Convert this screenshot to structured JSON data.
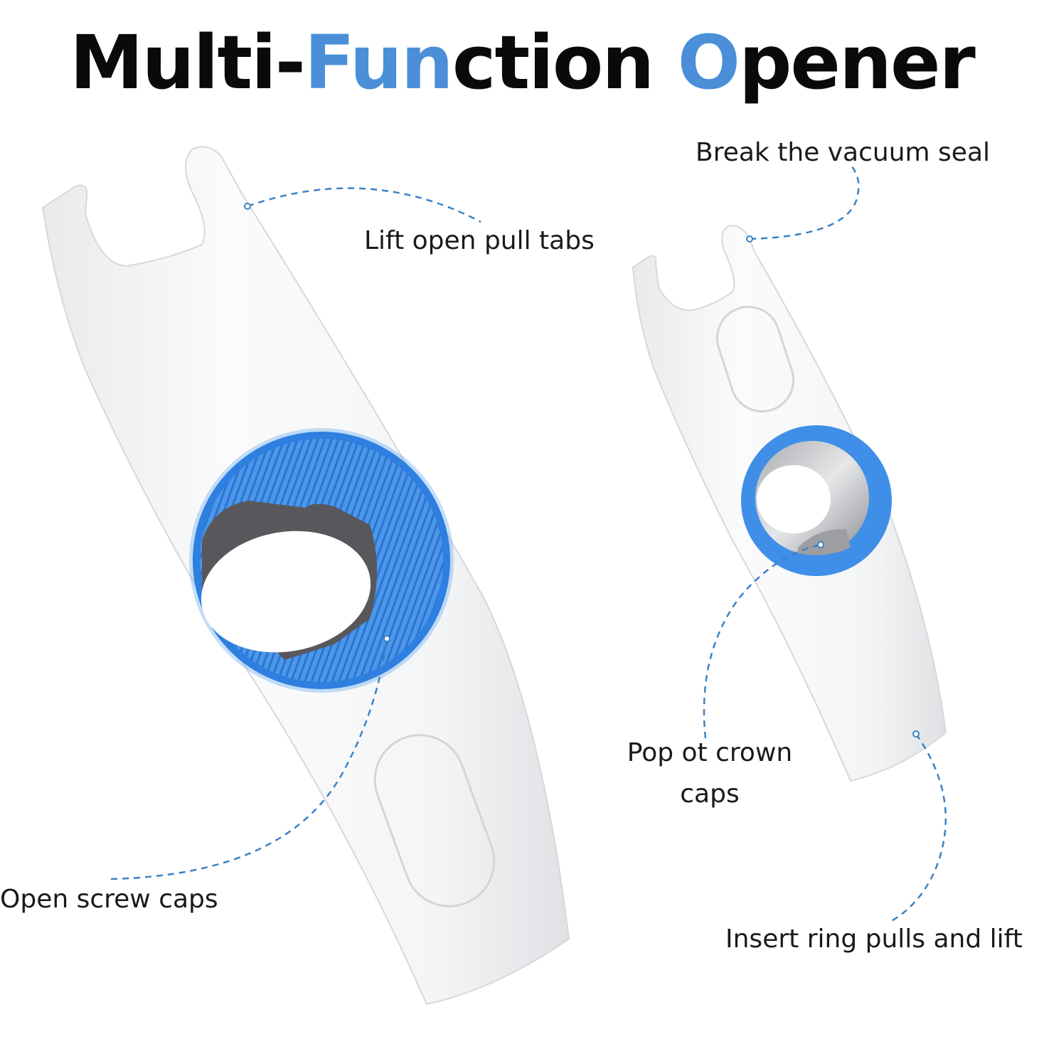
{
  "title": {
    "part1": "Multi-",
    "part2": "Fun",
    "part3": "ction ",
    "part4": "O",
    "part5": "pener"
  },
  "colors": {
    "accent_blue": "#4a8fd8",
    "ring_blue": "#3d8ee6",
    "text_dark": "#0a0a0a",
    "callout_line": "#3b82c4"
  },
  "callouts": {
    "lift_pull_tabs": "Lift open pull tabs",
    "break_vacuum_seal": "Break the vacuum seal",
    "open_screw_caps": "Open screw caps",
    "pop_crown_caps": "Pop ot crown caps",
    "insert_ring_pulls": "Insert ring pulls and lift"
  }
}
